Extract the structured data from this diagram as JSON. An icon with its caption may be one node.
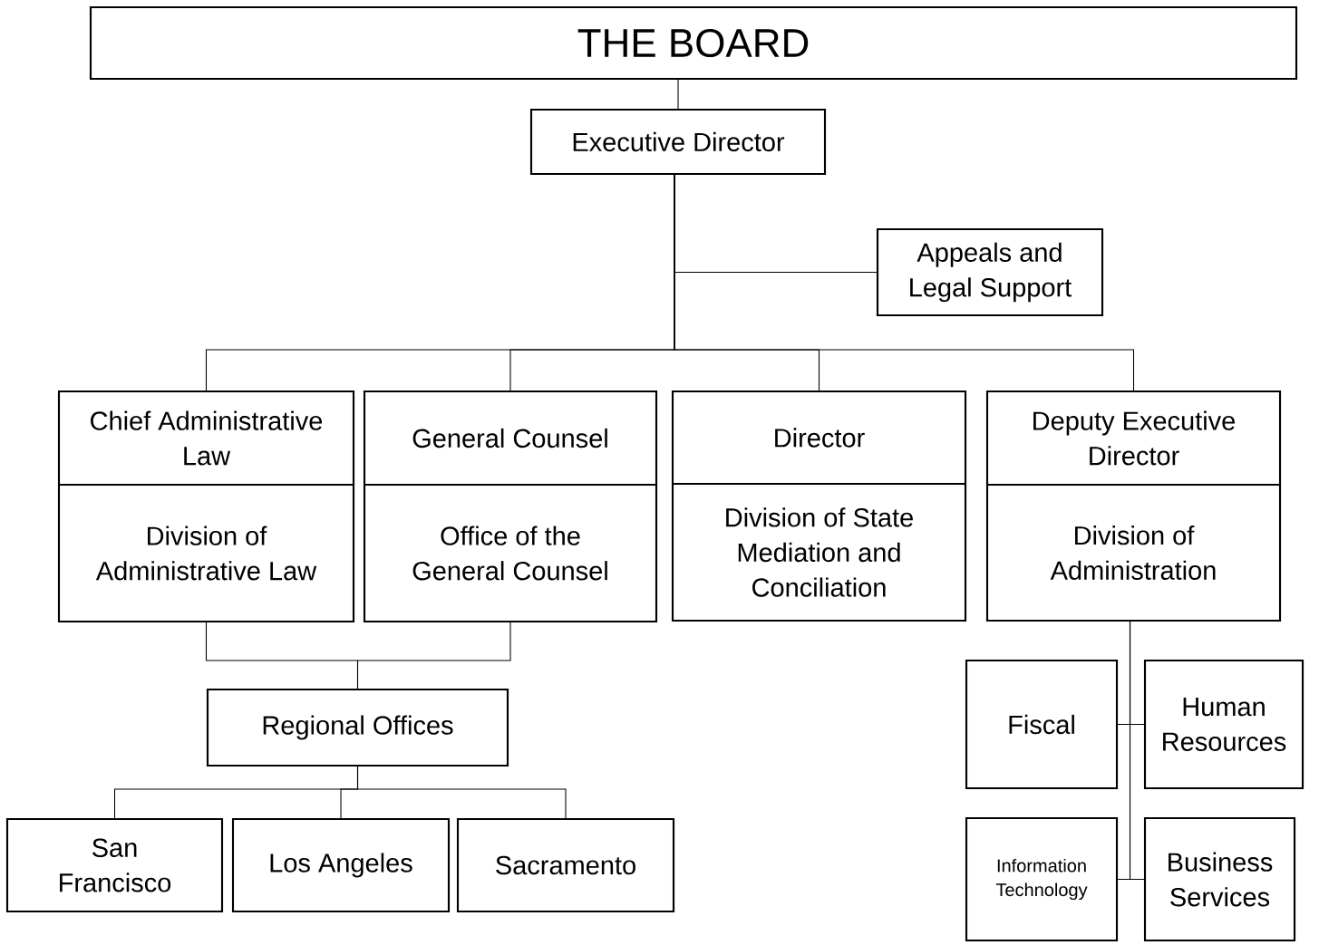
{
  "diagram": {
    "nodes": [
      {
        "text": [
          "THE BOARD"
        ]
      },
      {
        "text": [
          "Executive Director"
        ]
      },
      {
        "text": [
          "Appeals and Legal Support"
        ]
      },
      {
        "text": [
          "Chief Administrative Law",
          "Division of Administrative Law"
        ]
      },
      {
        "text": [
          "General Counsel",
          "Office of the General Counsel"
        ]
      },
      {
        "text": [
          "Director",
          "Division of State Mediation and Conciliation"
        ]
      },
      {
        "text": [
          "Deputy Executive Director",
          "Division of Administration"
        ]
      },
      {
        "text": [
          "Regional Offices"
        ]
      },
      {
        "text": [
          "San Francisco"
        ]
      },
      {
        "text": [
          "Los Angeles"
        ]
      },
      {
        "text": [
          "Sacramento"
        ]
      },
      {
        "text": [
          "Fiscal"
        ]
      },
      {
        "text": [
          "Human Resources"
        ]
      },
      {
        "text": [
          "Information Technology"
        ]
      },
      {
        "text": [
          "Business Services"
        ]
      }
    ],
    "edges": [
      {
        "from": 0,
        "to": 1,
        "arrow": "none"
      },
      {
        "from": 1,
        "to": 2,
        "arrow": "none"
      },
      {
        "from": 1,
        "to": 3,
        "arrow": "none"
      },
      {
        "from": 1,
        "to": 4,
        "arrow": "none"
      },
      {
        "from": 1,
        "to": 5,
        "arrow": "none"
      },
      {
        "from": 1,
        "to": 6,
        "arrow": "none"
      },
      {
        "from": 3,
        "to": 7,
        "arrow": "none"
      },
      {
        "from": 4,
        "to": 7,
        "arrow": "none"
      },
      {
        "from": 7,
        "to": 8,
        "arrow": "none"
      },
      {
        "from": 7,
        "to": 9,
        "arrow": "none"
      },
      {
        "from": 7,
        "to": 10,
        "arrow": "none"
      },
      {
        "from": 6,
        "to": 11,
        "arrow": "none"
      },
      {
        "from": 6,
        "to": 12,
        "arrow": "none"
      },
      {
        "from": 6,
        "to": 13,
        "arrow": "none"
      },
      {
        "from": 6,
        "to": 14,
        "arrow": "none"
      }
    ]
  }
}
